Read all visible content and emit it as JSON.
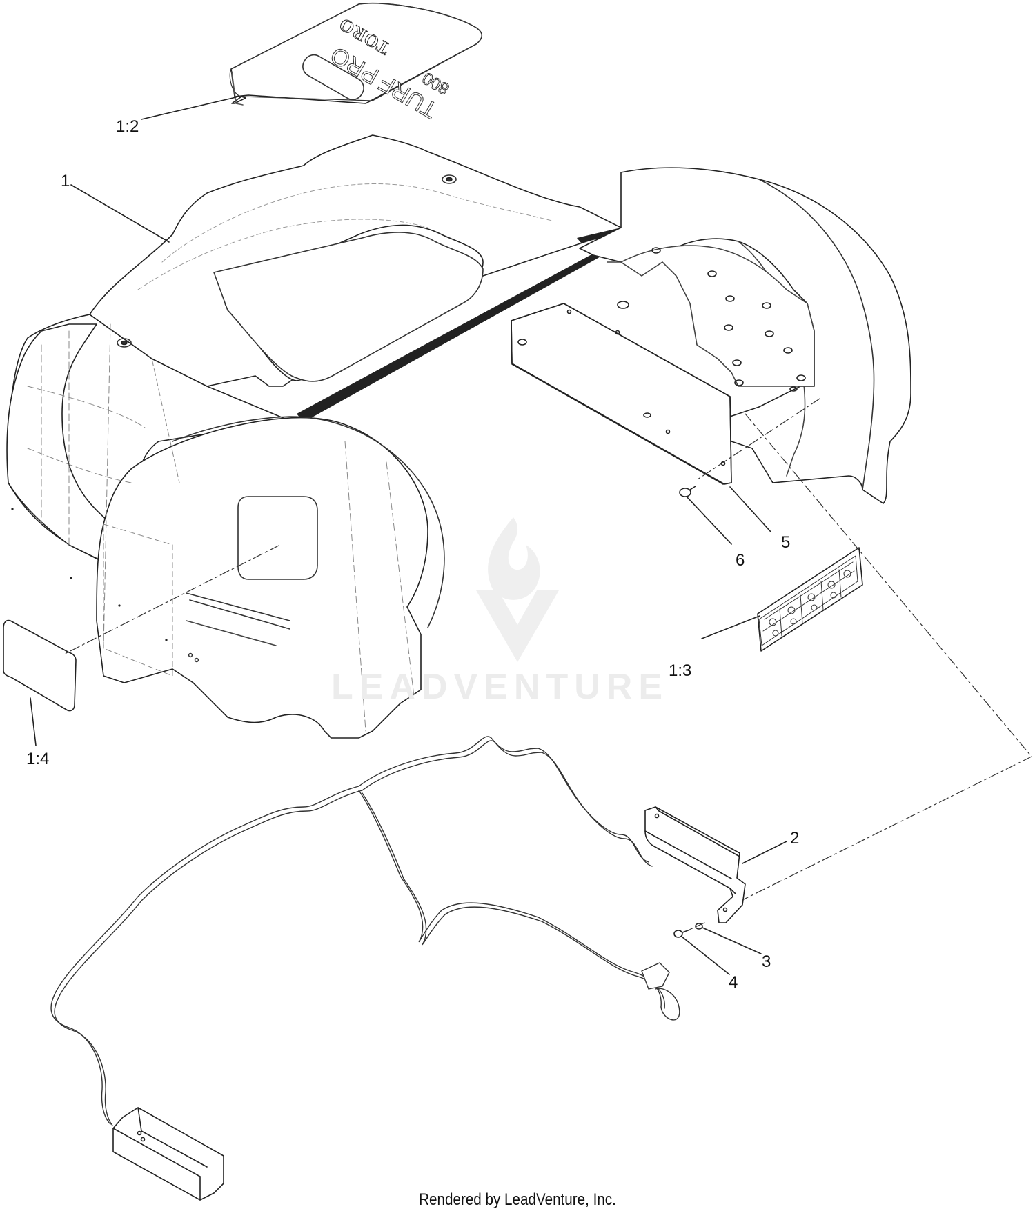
{
  "callouts": {
    "c1": "1",
    "c1_2": "1:2",
    "c1_3": "1:3",
    "c1_4": "1:4",
    "c2": "2",
    "c3": "3",
    "c4": "4",
    "c5": "5",
    "c6": "6"
  },
  "decal": {
    "brand": "TORO",
    "model_line1": "TURF",
    "model_line2": "PRO",
    "model_line3": "800"
  },
  "watermark": {
    "text": "LEADVENTURE"
  },
  "footer": {
    "text": "Rendered by LeadVenture, Inc."
  },
  "colors": {
    "line": "#222222",
    "light_line": "#9a9a9a",
    "watermark": "#ececec"
  }
}
